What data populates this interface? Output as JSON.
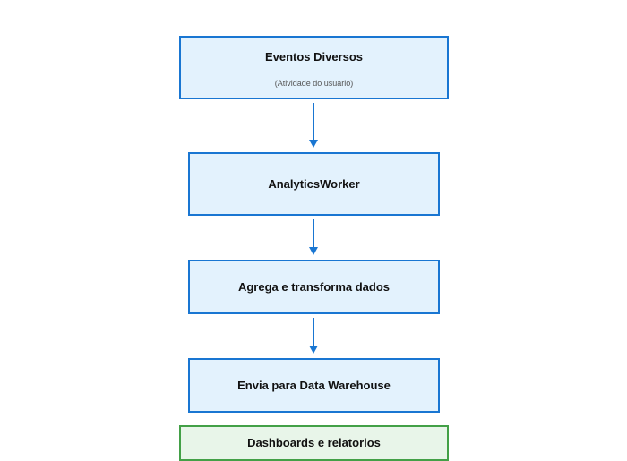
{
  "diagram": {
    "nodes": [
      {
        "label": "Eventos Diversos",
        "sublabel": "(Atividade do usuario)"
      },
      {
        "label": "AnalyticsWorker"
      },
      {
        "label": "Agrega e transforma dados"
      },
      {
        "label": "Envia para Data Warehouse"
      },
      {
        "label": "Dashboards e relatorios"
      }
    ],
    "colors": {
      "process_border": "#1976d2",
      "process_fill": "#e3f2fd",
      "output_border": "#43a047",
      "output_fill": "#e8f5e9",
      "arrow": "#1976d2"
    }
  }
}
